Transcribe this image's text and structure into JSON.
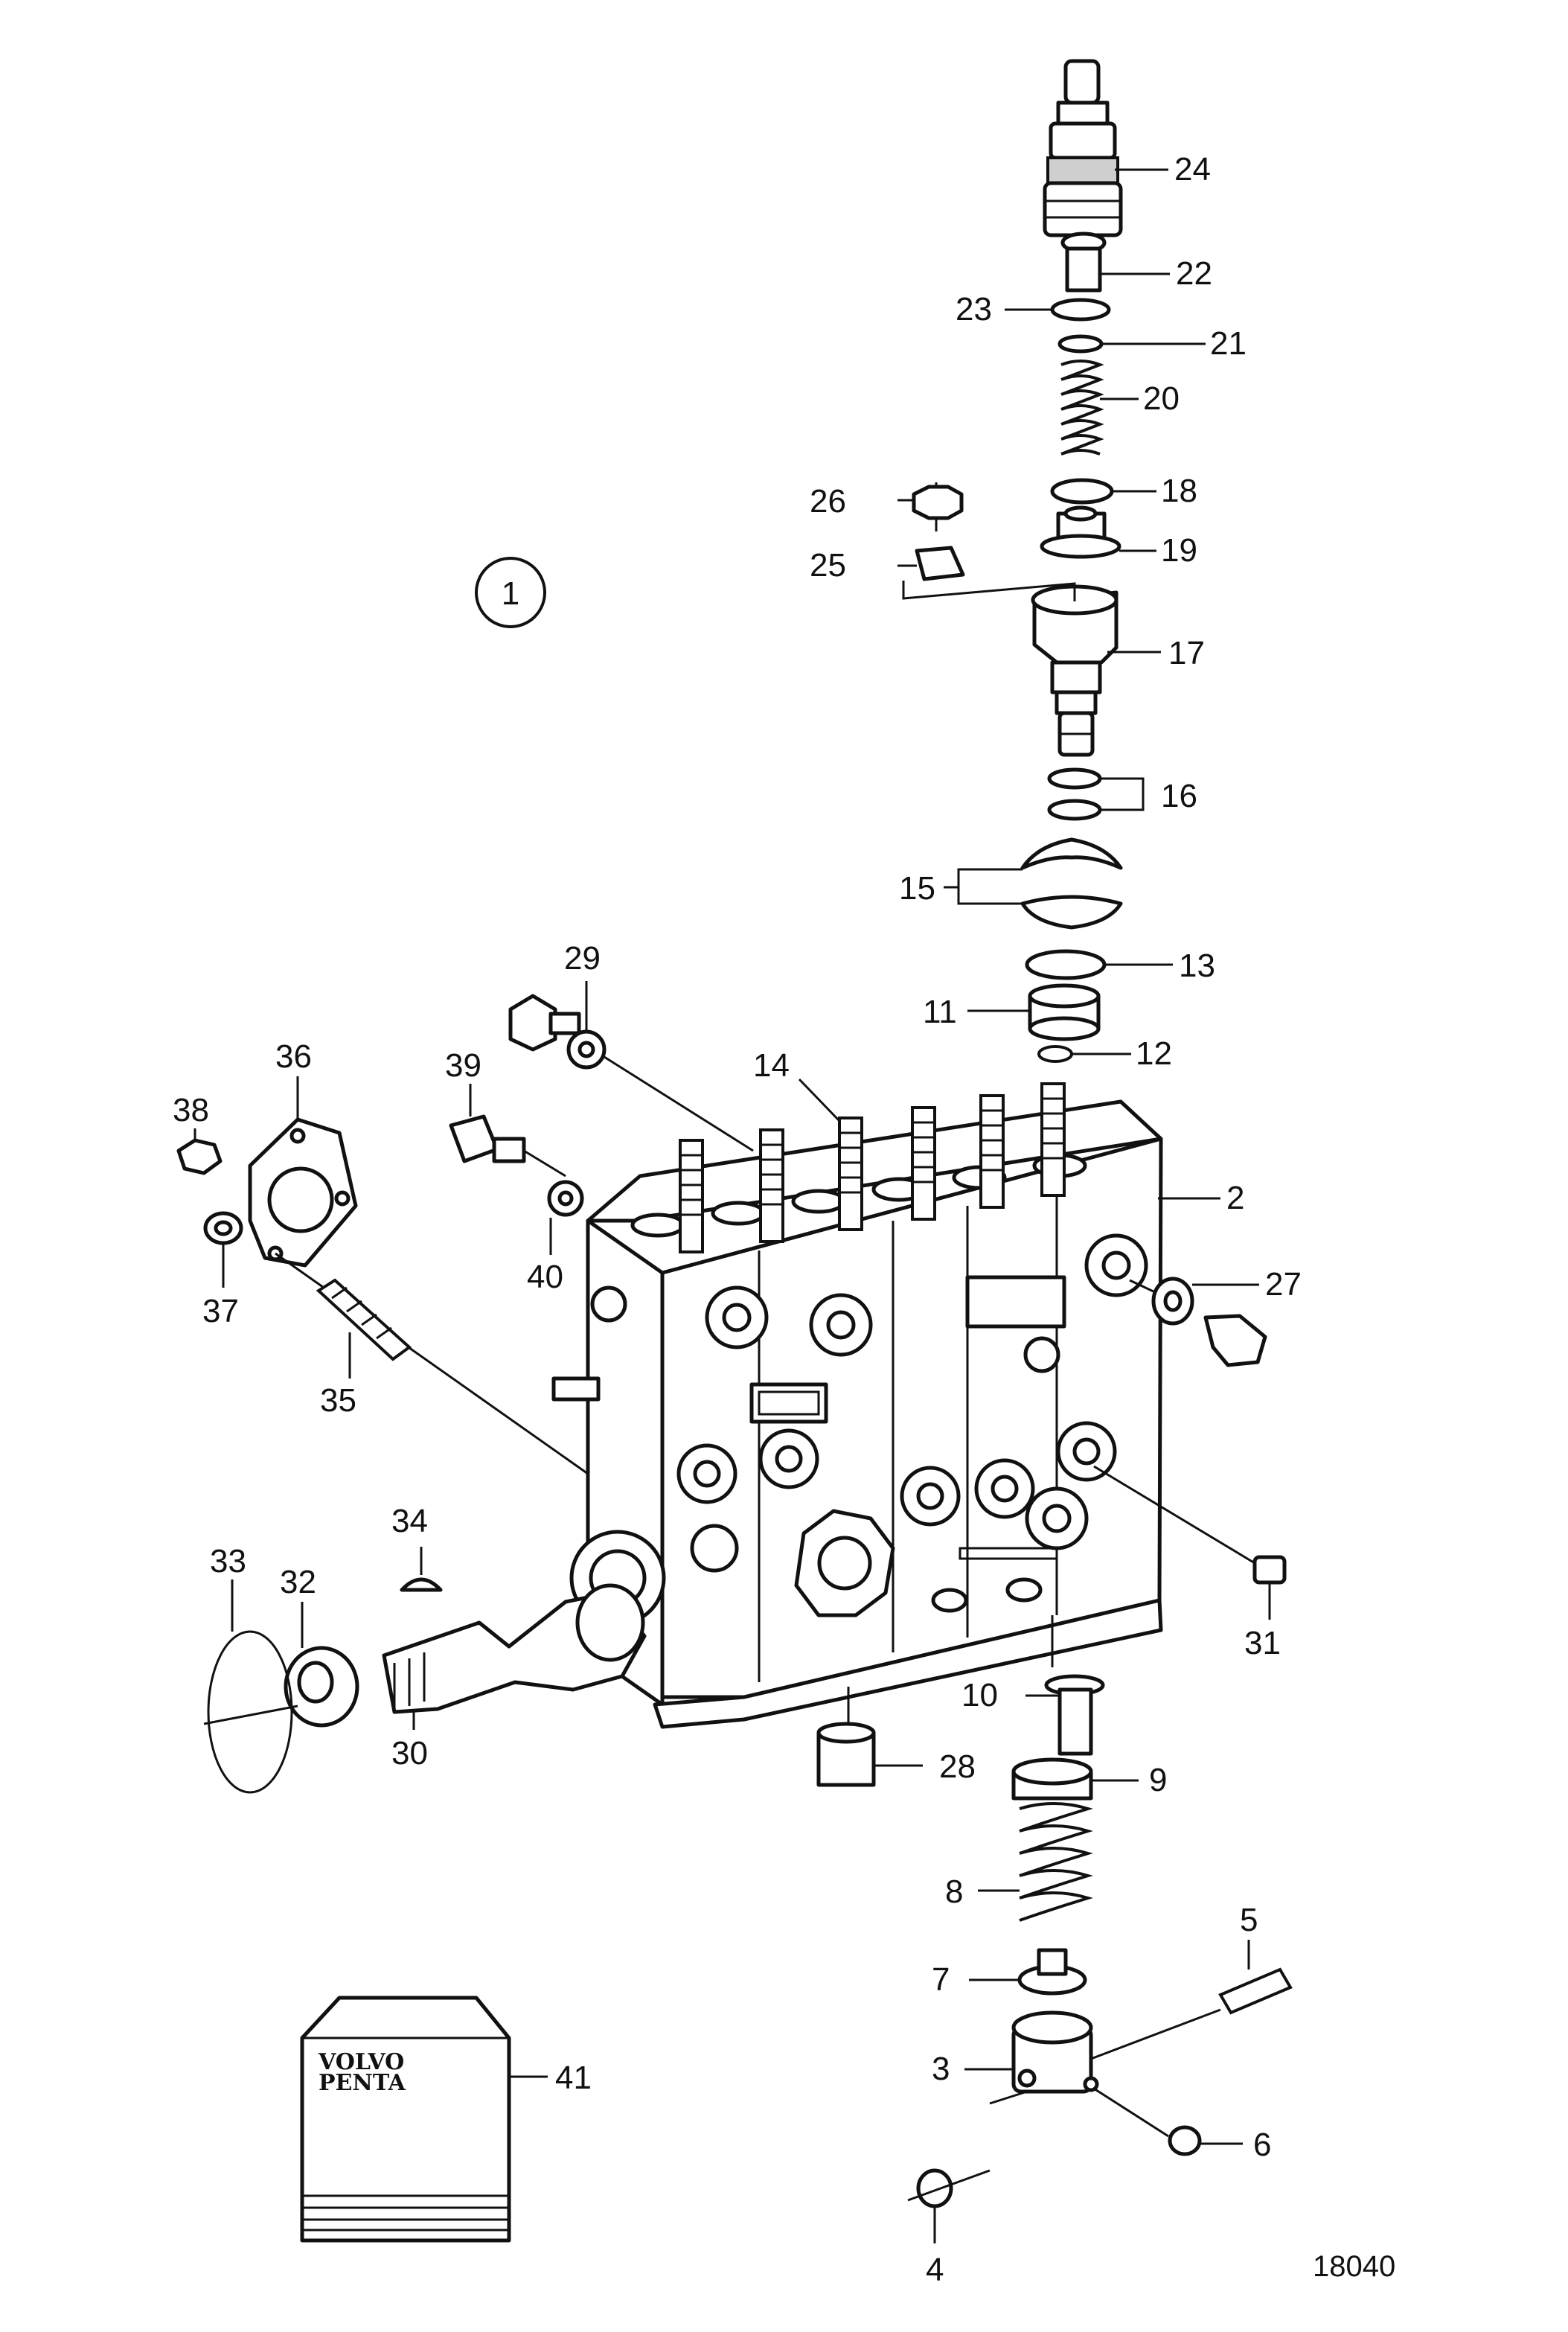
{
  "diagram": {
    "id": "18040",
    "group_marker": "1",
    "logo": {
      "line1": "VOLVO",
      "line2": "PENTA"
    },
    "callouts": [
      {
        "label": "24"
      },
      {
        "label": "22"
      },
      {
        "label": "23"
      },
      {
        "label": "21"
      },
      {
        "label": "20"
      },
      {
        "label": "26"
      },
      {
        "label": "18"
      },
      {
        "label": "25"
      },
      {
        "label": "19"
      },
      {
        "label": "17"
      },
      {
        "label": "16"
      },
      {
        "label": "15"
      },
      {
        "label": "13"
      },
      {
        "label": "29"
      },
      {
        "label": "11"
      },
      {
        "label": "36"
      },
      {
        "label": "39"
      },
      {
        "label": "14"
      },
      {
        "label": "12"
      },
      {
        "label": "38"
      },
      {
        "label": "2"
      },
      {
        "label": "40"
      },
      {
        "label": "27"
      },
      {
        "label": "37"
      },
      {
        "label": "35"
      },
      {
        "label": "34"
      },
      {
        "label": "33"
      },
      {
        "label": "32"
      },
      {
        "label": "31"
      },
      {
        "label": "10"
      },
      {
        "label": "30"
      },
      {
        "label": "28"
      },
      {
        "label": "9"
      },
      {
        "label": "8"
      },
      {
        "label": "5"
      },
      {
        "label": "7"
      },
      {
        "label": "3"
      },
      {
        "label": "41"
      },
      {
        "label": "6"
      },
      {
        "label": "4"
      }
    ]
  }
}
